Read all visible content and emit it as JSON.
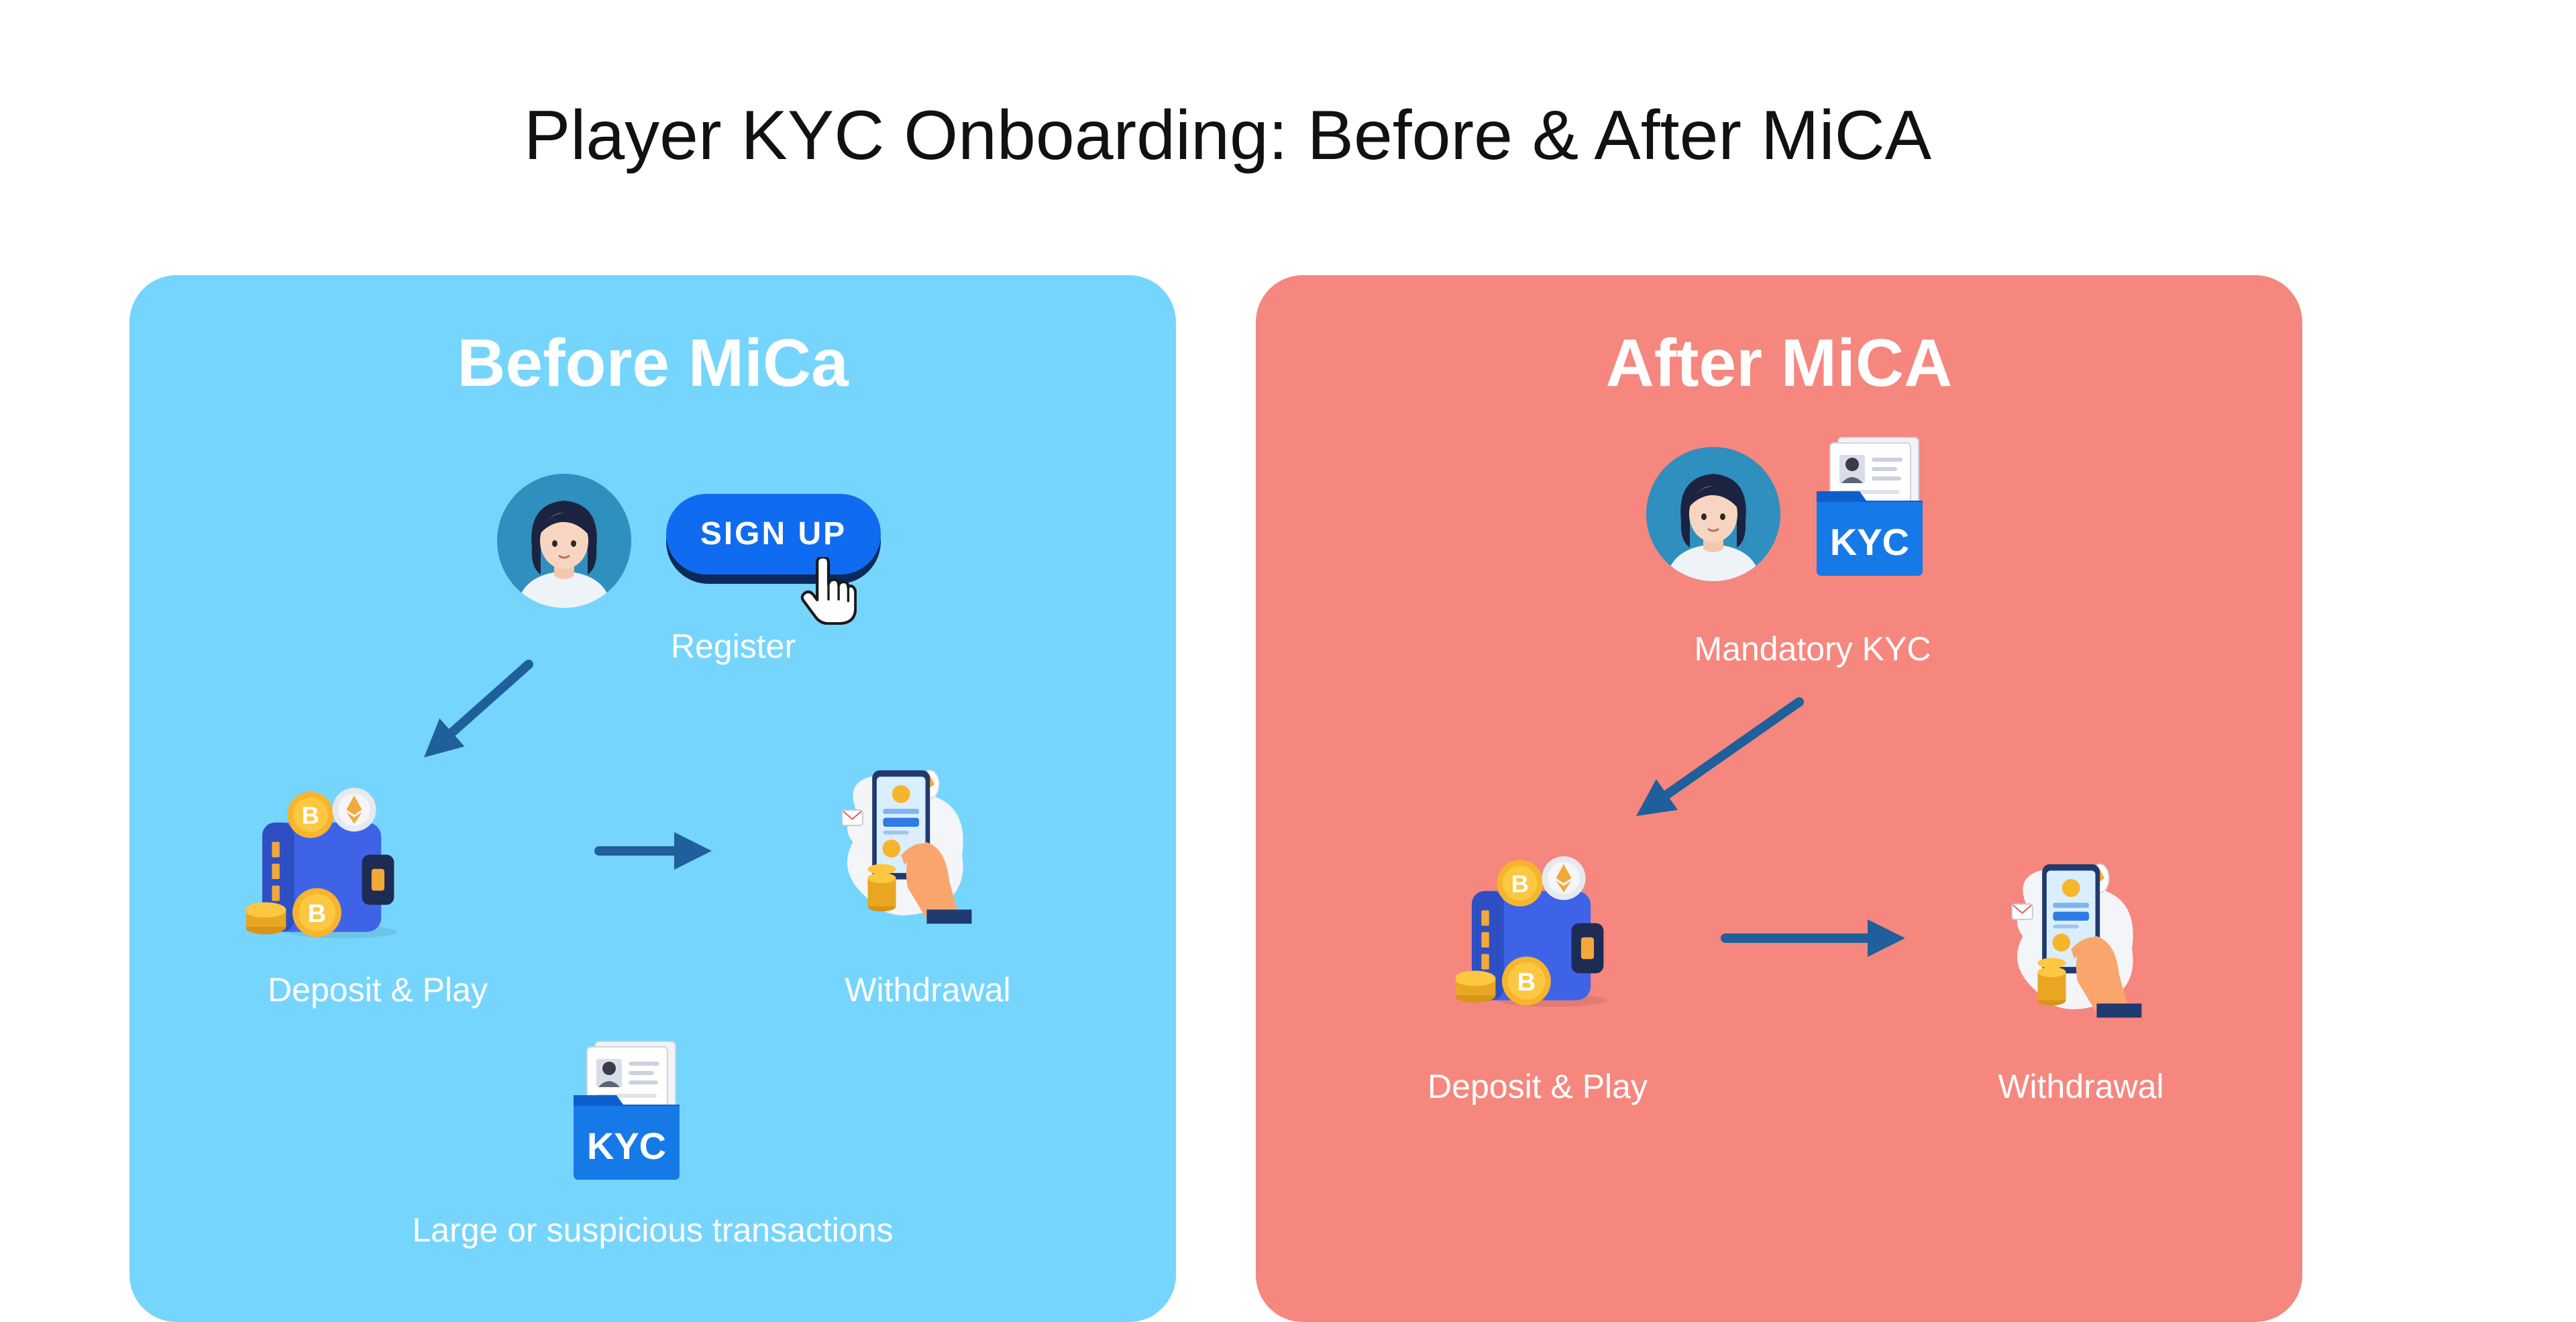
{
  "title": "Player KYC Onboarding: Before & After MiCA",
  "colors": {
    "before_panel": "#76d5fc",
    "after_panel": "#f5877f",
    "arrow": "#1e5f9c",
    "signup_button": "#0f6cf0",
    "kyc_folder": "#1679e8"
  },
  "before": {
    "heading": "Before MiCa",
    "signup_button_label": "SIGN UP",
    "register_label": "Register",
    "deposit_label": "Deposit & Play",
    "withdrawal_label": "Withdrawal",
    "kyc_badge": "KYC",
    "kyc_label": "Large or suspicious transactions"
  },
  "after": {
    "heading": "After MiCA",
    "kyc_badge": "KYC",
    "kyc_label": "Mandatory KYC",
    "deposit_label": "Deposit & Play",
    "withdrawal_label": "Withdrawal"
  },
  "icons": {
    "avatar": "woman-avatar-icon",
    "wallet": "crypto-wallet-icon",
    "withdrawal": "phone-withdrawal-icon",
    "kyc": "kyc-folder-icon",
    "cursor": "hand-cursor-icon"
  }
}
